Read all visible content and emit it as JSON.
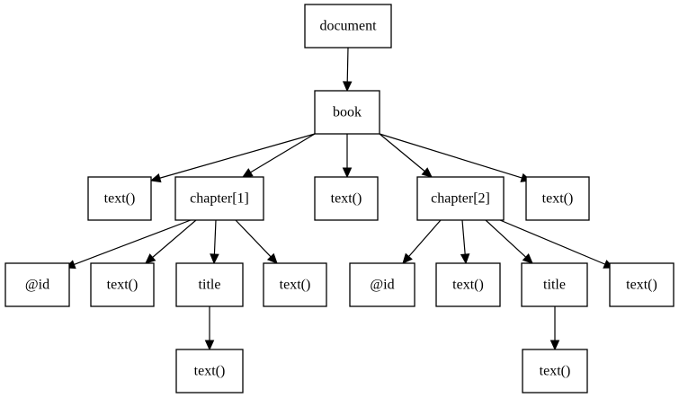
{
  "nodes": {
    "document": "document",
    "book": "book",
    "text_1": "text()",
    "chapter_1": "chapter[1]",
    "text_2": "text()",
    "chapter_2": "chapter[2]",
    "text_3": "text()",
    "ch1_id": "@id",
    "ch1_text_1": "text()",
    "ch1_title": "title",
    "ch1_text_2": "text()",
    "ch1_title_text": "text()",
    "ch2_id": "@id",
    "ch2_text_1": "text()",
    "ch2_title": "title",
    "ch2_text_2": "text()",
    "ch2_title_text": "text()"
  },
  "edges": [
    [
      "document",
      "book"
    ],
    [
      "book",
      "text_1"
    ],
    [
      "book",
      "chapter_1"
    ],
    [
      "book",
      "text_2"
    ],
    [
      "book",
      "chapter_2"
    ],
    [
      "book",
      "text_3"
    ],
    [
      "chapter_1",
      "ch1_id"
    ],
    [
      "chapter_1",
      "ch1_text_1"
    ],
    [
      "chapter_1",
      "ch1_title"
    ],
    [
      "chapter_1",
      "ch1_text_2"
    ],
    [
      "ch1_title",
      "ch1_title_text"
    ],
    [
      "chapter_2",
      "ch2_id"
    ],
    [
      "chapter_2",
      "ch2_text_1"
    ],
    [
      "chapter_2",
      "ch2_title"
    ],
    [
      "chapter_2",
      "ch2_text_2"
    ],
    [
      "ch2_title",
      "ch2_title_text"
    ]
  ]
}
